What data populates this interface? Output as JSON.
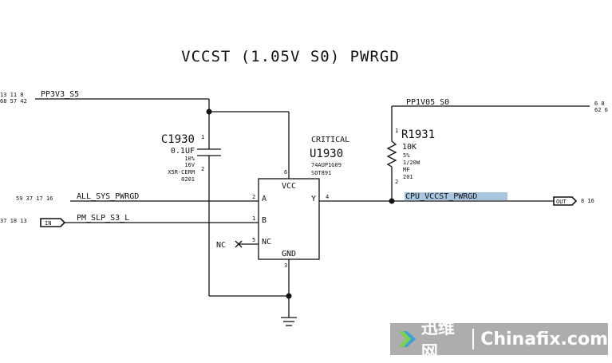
{
  "title": "VCCST (1.05V S0) PWRGD",
  "nets": {
    "pp3v3": {
      "name": "PP3V3_S5",
      "refs_top": "13 11 8",
      "refs_bottom": "68 57 42"
    },
    "pp1v05": {
      "name": "PP1V05_S0",
      "refs_top": "6 8",
      "refs_bottom": "62 6"
    },
    "all_sys": {
      "name": "ALL_SYS_PWRGD",
      "refs": "59 37 17 16"
    },
    "pm_slp": {
      "name": "PM_SLP_S3_L",
      "refs": "37 18 13"
    },
    "cpu_vccst": {
      "name": "CPU_VCCST_PWRGD",
      "refs": "8 16"
    }
  },
  "ports": {
    "in_label": "IN",
    "out_label": "OUT"
  },
  "c1930": {
    "ref": "C1930",
    "value": "0.1UF",
    "tol": "10%",
    "volt": "16V",
    "type": "X5R-CERM",
    "pkg": "0201",
    "pin_top": "1",
    "pin_bottom": "2"
  },
  "r1931": {
    "ref": "R1931",
    "value": "10K",
    "tol": "5%",
    "power": "1/20W",
    "type": "MF",
    "pkg": "201",
    "pin_top": "1",
    "pin_bottom": "2"
  },
  "u1930": {
    "note": "CRITICAL",
    "ref": "U1930",
    "part": "74AUP1G09",
    "pkg": "SOT891",
    "pin_vcc_label": "VCC",
    "pin_gnd_label": "GND",
    "pin_a_label": "A",
    "pin_b_label": "B",
    "pin_nc_label": "NC",
    "pin_y_label": "Y",
    "pin_vcc": "6",
    "pin_gnd": "3",
    "pin_a": "2",
    "pin_b": "1",
    "pin_nc": "5",
    "pin_y": "4"
  },
  "nc_marker": "NC",
  "watermark": {
    "brand_cn": "迅维网",
    "brand_en": "Chinafix.com"
  },
  "colors": {
    "highlight": "#a9c6e0",
    "ink": "#111111"
  }
}
